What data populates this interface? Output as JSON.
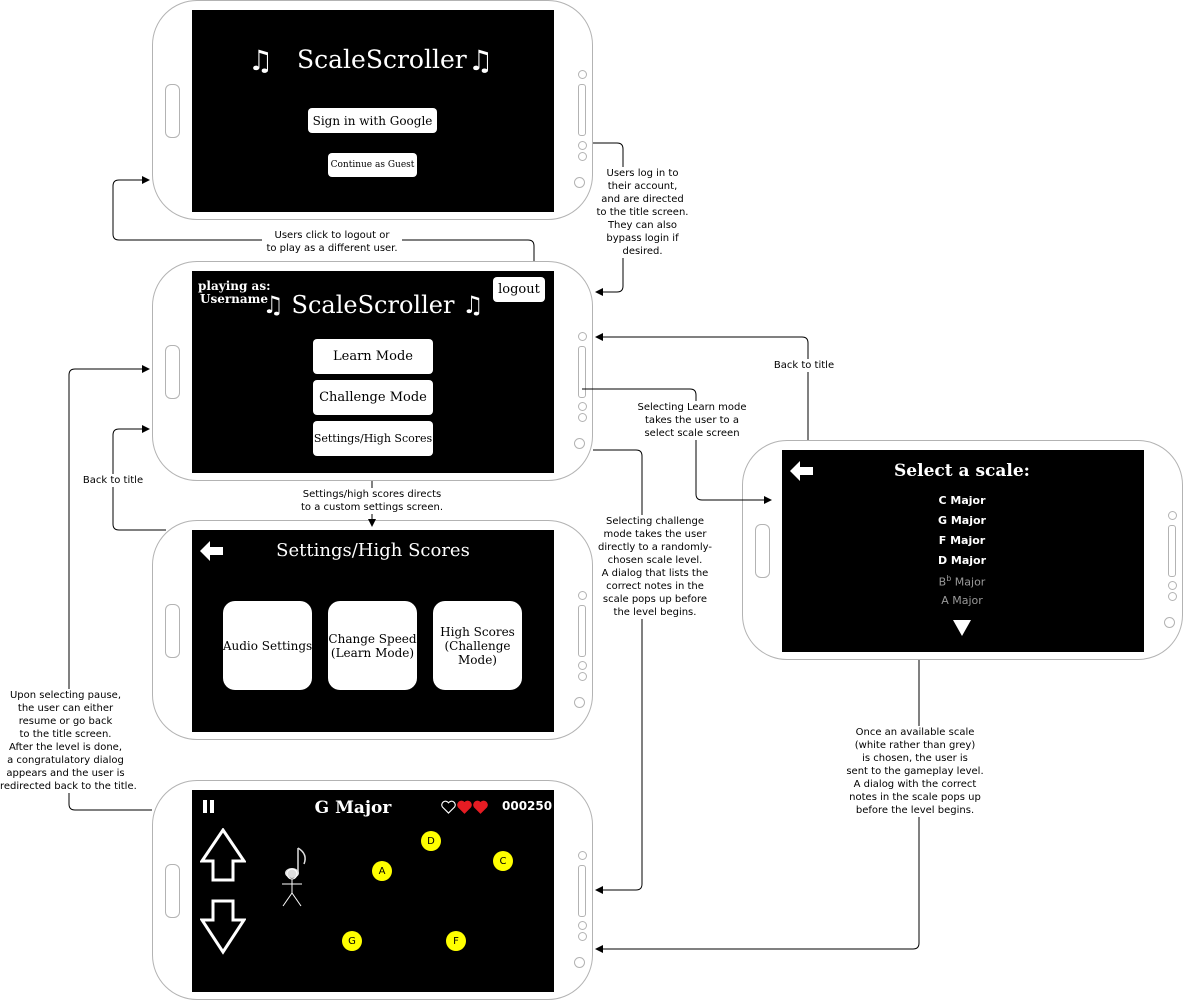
{
  "colors": {
    "screen_bg": "#000000",
    "phone_border": "#b3b3b3",
    "note_ball": "#ffff00",
    "heart": "#e51c23",
    "disabled_text": "#999999"
  },
  "title_screen": {
    "app_title": "ScaleScroller",
    "note_symbol": "♫",
    "google_button": "Sign in with Google",
    "guest_button": "Continue as Guest"
  },
  "main_screen": {
    "playing_as_label": "playing as:",
    "username": "Username",
    "logout_button": "logout",
    "title": "♫ ScaleScroller ♫",
    "learn_button": "Learn Mode",
    "challenge_button": "Challenge Mode",
    "settings_button": "Settings/High Scores"
  },
  "settings_screen": {
    "title": "Settings/High Scores",
    "back_icon": "back-arrow-icon",
    "cards": [
      "Audio Settings",
      "Change Speed\n(Learn Mode)",
      "High Scores\n(Challenge\nMode)"
    ]
  },
  "scale_screen": {
    "title": "Select a scale:",
    "back_icon": "back-arrow-icon",
    "scales": [
      {
        "label": "C Major",
        "available": true
      },
      {
        "label": "G Major",
        "available": true
      },
      {
        "label": "F Major",
        "available": true
      },
      {
        "label": "D Major",
        "available": true
      },
      {
        "base": "B",
        "sup": "b",
        "rest": " Major",
        "available": false
      },
      {
        "label": "A Major",
        "available": false
      }
    ],
    "scroll_icon": "down-triangle-icon"
  },
  "game_screen": {
    "pause_icon": "pause-icon",
    "title": "G Major",
    "score": "000250",
    "lives": {
      "total": 3,
      "remaining": 2
    },
    "notes": [
      "D",
      "C",
      "A",
      "G",
      "F"
    ],
    "up_icon": "up-arrow-icon",
    "down_icon": "down-arrow-icon"
  },
  "annotations": {
    "login": "Users log in to\ntheir account,\nand are directed\nto the title screen.\nThey can also\nbypass login if\ndesired.",
    "logout": "Users click to logout or\nto play as a different user.",
    "back_title_left": "Back to title",
    "back_title_right": "Back to title",
    "settings_directs": "Settings/high scores directs\nto a custom settings screen.",
    "learn_mode": "Selecting Learn mode\ntakes the user to a\nselect scale screen",
    "challenge_mode": "Selecting challenge\nmode takes the user\ndirectly to a randomly-\nchosen scale level.\nA dialog that lists the\ncorrect notes in the\nscale pops up before\nthe level begins.",
    "pause": "Upon selecting pause,\nthe user can either\nresume or go back\nto the title screen.\nAfter the level is done,\na congratulatory dialog\nappears and the user is\nredirected back to the title.",
    "scale_chosen": "Once an available scale\n(white rather than grey)\nis chosen, the user is\nsent to the gameplay level.\nA dialog with the correct\nnotes in the scale pops up\nbefore the level begins."
  }
}
